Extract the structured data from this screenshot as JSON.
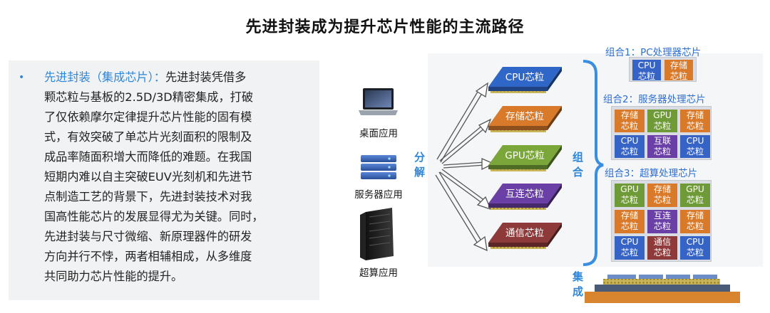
{
  "title": "先进封装成为提升芯片性能的主流路径",
  "paragraph": {
    "lead": "先进封装（集成芯片）：",
    "lines": [
      "先进封装凭借多",
      "颗芯粒与基板的2.5D/3D精密集成，打破",
      "了仅依赖摩尔定律提升芯片性能的固有模",
      "式，有效突破了单芯片光刻面积的限制及",
      "成品率随面积增大而降低的难题。在我国",
      "短期内难以自主突破EUV光刻机和先进节",
      "点制造工艺的背景下，先进封装技术对我",
      "国高性能芯片的发展显得尤为关键。同时，",
      "先进封装与尺寸微缩、新原理器件的研发",
      "方向并行不悖，两者相辅相成，从多维度",
      "共同助力芯片性能的提升。"
    ]
  },
  "applications": [
    {
      "label": "桌面应用",
      "icon": "laptop-icon"
    },
    {
      "label": "服务器应用",
      "icon": "server-icon"
    },
    {
      "label": "超算应用",
      "icon": "server-rack-icon"
    }
  ],
  "split_label": [
    "分",
    "解"
  ],
  "combine_label": [
    "组",
    "合"
  ],
  "integrate_label": [
    "集",
    "成"
  ],
  "chiplets": [
    {
      "label": "CPU芯粒",
      "color": "#2f67c9"
    },
    {
      "label": "存储芯粒",
      "color": "#d9792a"
    },
    {
      "label": "GPU芯粒",
      "color": "#7aa63a"
    },
    {
      "label": "互连芯粒",
      "color": "#6a3fa6"
    },
    {
      "label": "通信芯粒",
      "color": "#8e3a3a"
    }
  ],
  "groups": [
    {
      "title": "组合1：PC处理器芯片",
      "rows": [
        [
          {
            "l1": "CPU",
            "l2": "芯粒",
            "color": "#3563c6"
          },
          {
            "l1": "存储",
            "l2": "芯粒",
            "color": "#d9792a"
          }
        ]
      ]
    },
    {
      "title": "组合2：服务器处理芯片",
      "rows": [
        [
          {
            "l1": "存储",
            "l2": "芯粒",
            "color": "#d9792a"
          },
          {
            "l1": "GPU",
            "l2": "芯粒",
            "color": "#6f9a38"
          },
          {
            "l1": "存储",
            "l2": "芯粒",
            "color": "#d9792a"
          }
        ],
        [
          {
            "l1": "CPU",
            "l2": "芯粒",
            "color": "#3563c6"
          },
          {
            "l1": "互联",
            "l2": "芯粒",
            "color": "#6a3fa6"
          },
          {
            "l1": "CPU",
            "l2": "芯粒",
            "color": "#3563c6"
          }
        ]
      ]
    },
    {
      "title": "组合3：超算处理芯片",
      "rows": [
        [
          {
            "l1": "GPU",
            "l2": "芯粒",
            "color": "#6f9a38"
          },
          {
            "l1": "存储",
            "l2": "芯粒",
            "color": "#d9792a"
          },
          {
            "l1": "GPU",
            "l2": "芯粒",
            "color": "#6f9a38"
          }
        ],
        [
          {
            "l1": "存储",
            "l2": "芯粒",
            "color": "#d9792a"
          },
          {
            "l1": "互连",
            "l2": "芯粒",
            "color": "#6a3fa6"
          },
          {
            "l1": "存储",
            "l2": "芯粒",
            "color": "#d9792a"
          }
        ],
        [
          {
            "l1": "CPU",
            "l2": "芯粒",
            "color": "#3563c6"
          },
          {
            "l1": "通信",
            "l2": "芯粒",
            "color": "#8e3a3a"
          },
          {
            "l1": "CPU",
            "l2": "芯粒",
            "color": "#3563c6"
          }
        ]
      ]
    }
  ],
  "colors": {
    "accent_blue": "#2f86d6",
    "panel_bg": "#f1f2f4"
  }
}
